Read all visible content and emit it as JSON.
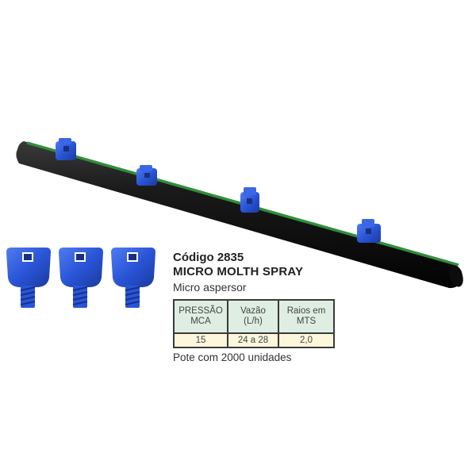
{
  "product": {
    "code_label": "Código 2835",
    "name": "MICRO MOLTH SPRAY",
    "description": "Micro aspersor"
  },
  "spec_table": {
    "headers": [
      "PRESSÃO MCA",
      "Vazão (L/h)",
      "Raios em MTS"
    ],
    "header_lines": [
      [
        "PRESSÃO",
        "MCA"
      ],
      [
        "Vazão",
        "(L/h)"
      ],
      [
        "Raios em",
        "MTS"
      ]
    ],
    "rows": [
      [
        "15",
        "24 a 28",
        "2,0"
      ]
    ]
  },
  "footer_note": "Pote com 2000 unidades",
  "colors": {
    "pipe": "#151515",
    "stripe": "#2f8f3a",
    "sprayer": "#2a55d8",
    "header_bg": "#dfeee2",
    "cell_bg": "#fbf6dc"
  }
}
